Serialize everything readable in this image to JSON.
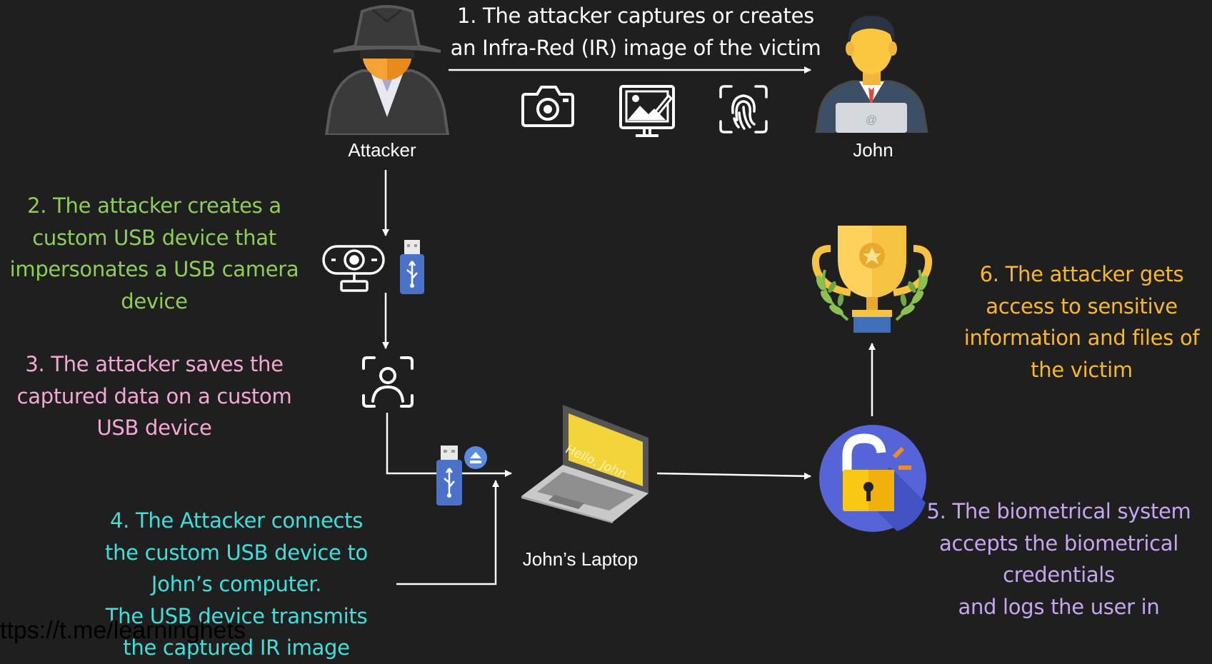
{
  "steps": {
    "step1": [
      "1. The attacker captures or creates",
      "an Infra-Red (IR) image of the victim"
    ],
    "step2": [
      "2. The attacker creates a",
      "custom USB device that",
      "impersonates a USB camera",
      "device"
    ],
    "step3": [
      "3. The attacker saves the",
      "captured data on a custom",
      "USB device"
    ],
    "step4": [
      "4. The Attacker connects",
      "the custom USB device to",
      "John’s computer.",
      "The USB device transmits",
      "the captured IR image"
    ],
    "step5": [
      "5. The biometrical system",
      "accepts the biometrical",
      "credentials",
      "and logs the user in"
    ],
    "step6": [
      "6. The attacker gets",
      "access to sensitive",
      "information and files of",
      "the victim"
    ]
  },
  "labels": {
    "attacker": "Attacker",
    "john": "John",
    "laptop": "John’s Laptop",
    "laptop_screen": "Hello, John",
    "avatar_at": "@"
  },
  "watermark": "ttps://t.me/learninghets",
  "colors": {
    "background": "#1f1f1f",
    "step1": "#ffffff",
    "step2": "#8fce55",
    "step3": "#f4a7d3",
    "step4": "#3ee0dc",
    "step5": "#c6a6f0",
    "step6": "#f9b82a"
  },
  "icons": [
    "attacker-icon",
    "john-avatar-icon",
    "camera-icon",
    "image-icon",
    "fingerprint-icon",
    "webcam-icon",
    "usb-drive-icon",
    "face-scan-icon",
    "usb-eject-icon",
    "laptop-icon",
    "unlock-icon",
    "trophy-icon"
  ]
}
